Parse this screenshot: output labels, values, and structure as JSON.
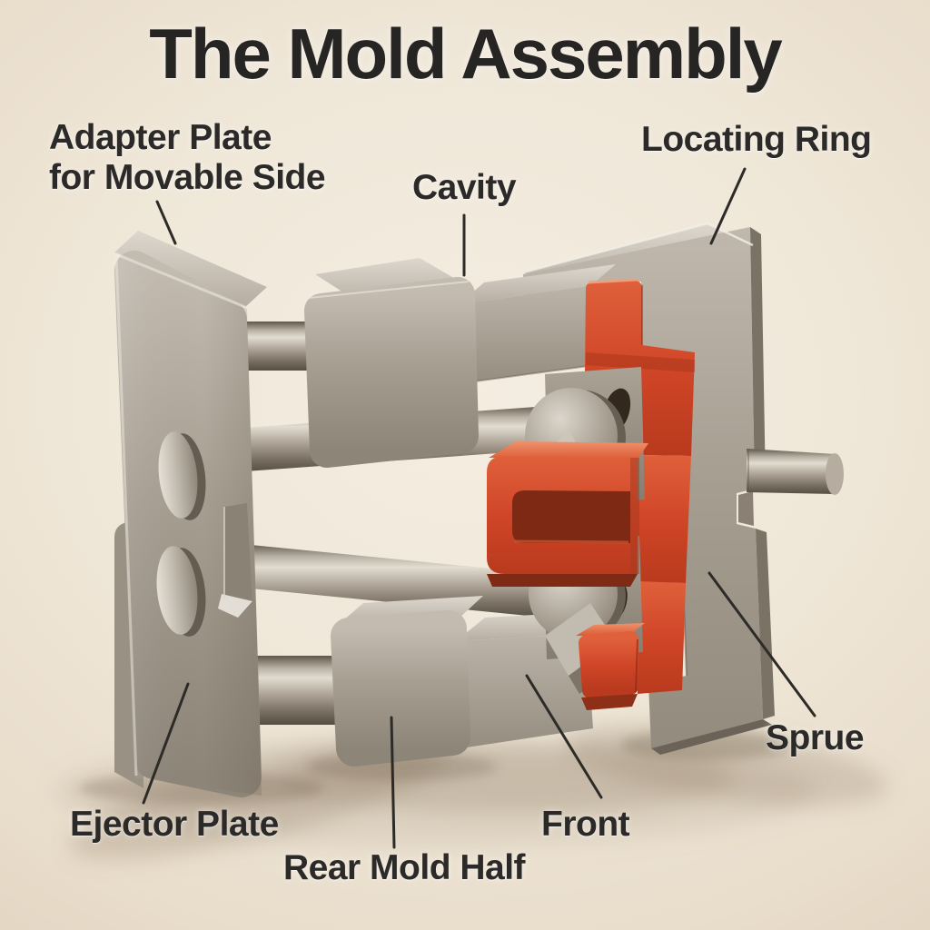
{
  "title": "The Mold Assembly",
  "labels": {
    "adapter_plate": {
      "line1": "Adapter Plate",
      "line2": "for Movable Side"
    },
    "cavity": {
      "text": "Cavity"
    },
    "locating_ring": {
      "text": "Locating Ring"
    },
    "ejector_plate": {
      "text": "Ejector Plate"
    },
    "rear_mold_half": {
      "text": "Rear Mold Half"
    },
    "front": {
      "text": "Front"
    },
    "sprue": {
      "text": "Sprue"
    }
  },
  "palette": {
    "background": "#ece3d3",
    "label_text": "#2b2a28",
    "leader_line": "#2d2b28",
    "steel_light": "#d8d2c9",
    "steel_mid": "#a79e92",
    "steel_dark": "#756c60",
    "red_part": "#ce4427",
    "red_shadow": "#7e2712"
  }
}
